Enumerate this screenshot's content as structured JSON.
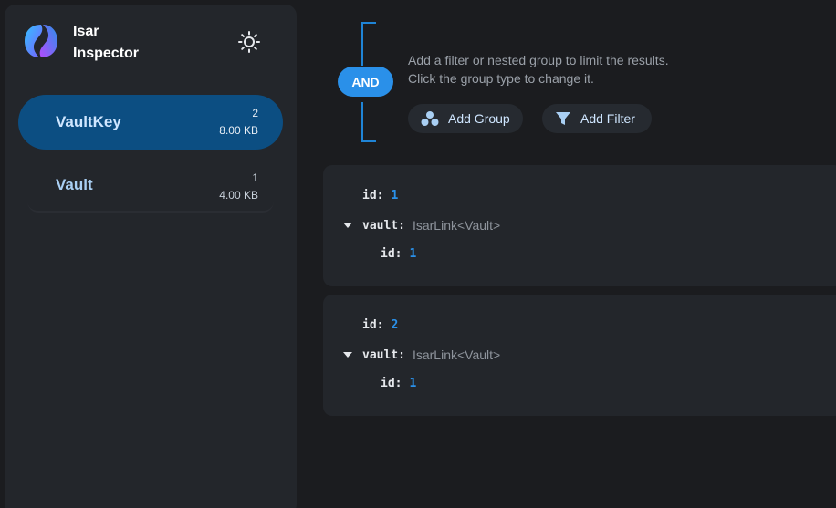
{
  "app": {
    "title_line1": "Isar",
    "title_line2": "Inspector"
  },
  "icons": {
    "logo": "isar-logo-icon",
    "theme": "sun-icon",
    "group": "dots-group-icon",
    "filter": "funnel-icon",
    "expand": "caret-down-icon"
  },
  "colors": {
    "accent": "#2a90e9",
    "active_bg": "#0c4e82",
    "panel": "#23262b",
    "bg": "#1b1c1f"
  },
  "collections": [
    {
      "name": "VaultKey",
      "count": "2",
      "size": "8.00 KB",
      "active": true
    },
    {
      "name": "Vault",
      "count": "1",
      "size": "4.00 KB",
      "active": false
    }
  ],
  "filter": {
    "group_type": "AND",
    "hint_line1": "Add a filter or nested group to limit the results.",
    "hint_line2": "Click the group type to change it.",
    "add_group_label": "Add Group",
    "add_filter_label": "Add Filter"
  },
  "objects": [
    {
      "id_key": "id:",
      "id_value": "1",
      "link_key": "vault:",
      "link_type": "IsarLink<Vault>",
      "nested_id_key": "id:",
      "nested_id_value": "1"
    },
    {
      "id_key": "id:",
      "id_value": "2",
      "link_key": "vault:",
      "link_type": "IsarLink<Vault>",
      "nested_id_key": "id:",
      "nested_id_value": "1"
    }
  ]
}
